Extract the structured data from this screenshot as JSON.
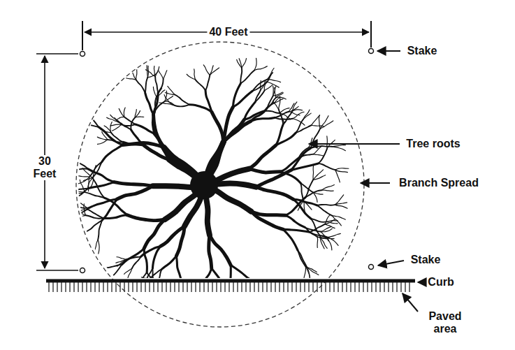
{
  "diagram": {
    "labels": [
      "40 Feet",
      "30 Feet",
      "Stake",
      "Tree roots",
      "Branch Spread",
      "Stake",
      "Curb",
      "Paved area"
    ]
  }
}
